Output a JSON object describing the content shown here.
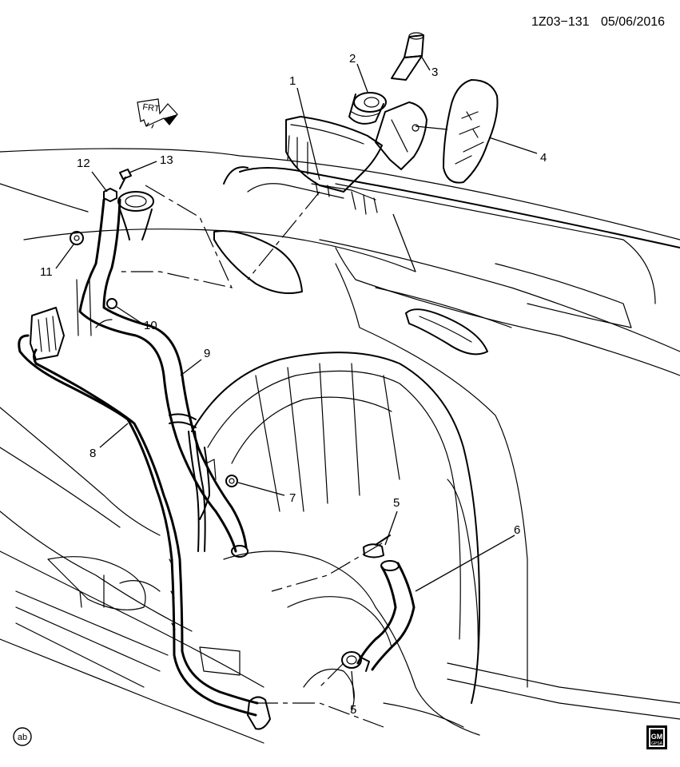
{
  "header": {
    "doc_code": "1Z03−131",
    "date": "05/06/2016"
  },
  "front_indicator": {
    "label": "FRT",
    "icon": "front-arrow-icon"
  },
  "callouts": [
    "1",
    "2",
    "3",
    "4",
    "5",
    "5",
    "6",
    "7",
    "8",
    "9",
    "10",
    "11",
    "12",
    "13"
  ],
  "footer": {
    "ab_badge": "ab",
    "gm_logo": "GM",
    "gm_logo_sub": "GPSA"
  }
}
